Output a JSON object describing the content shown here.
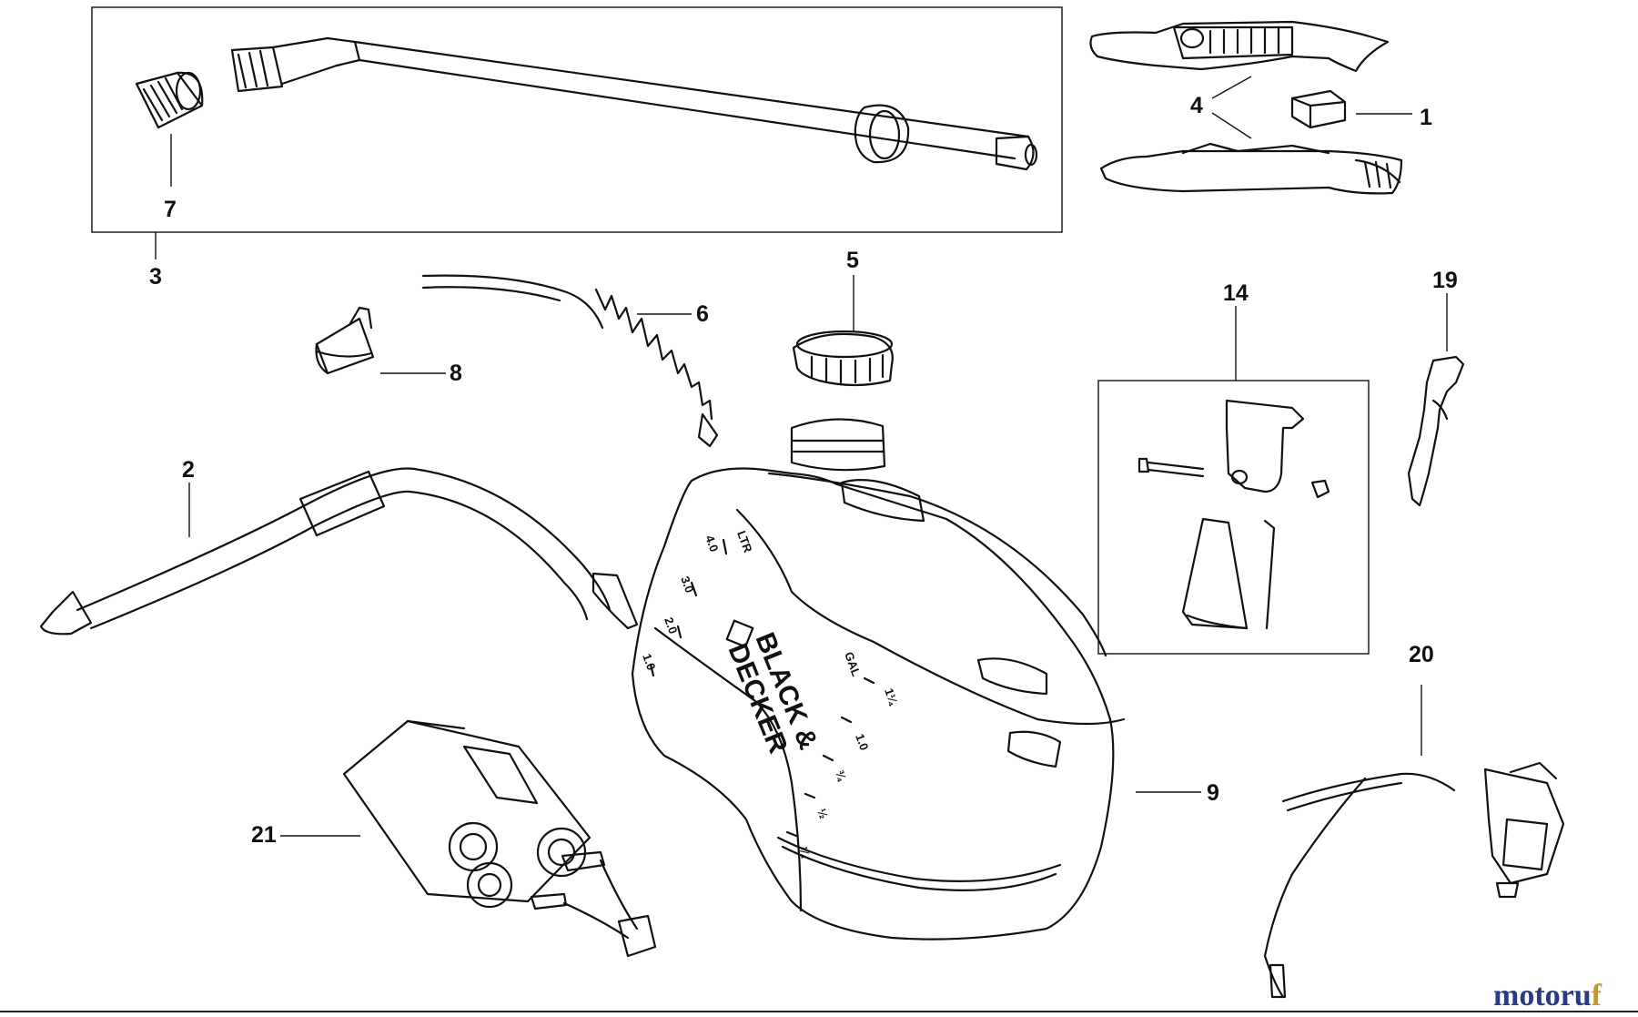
{
  "diagram": {
    "part_numbers": {
      "p1": "1",
      "p2": "2",
      "p3": "3",
      "p4": "4",
      "p5": "5",
      "p6": "6",
      "p7": "7",
      "p8": "8",
      "p9": "9",
      "p14": "14",
      "p19": "19",
      "p20": "20",
      "p21": "21"
    },
    "tank_markings": {
      "ltr": "LTR",
      "gal": "GAL",
      "l40": "4.0",
      "l30": "3.0",
      "l20": "2.0",
      "l10": "1.0",
      "g114": "1¼",
      "g10": "1.0",
      "g34": "¾",
      "g12": "½",
      "g14": "¼"
    },
    "brand": {
      "line1": "BLACK &",
      "line2": "DECKER"
    }
  },
  "watermark": {
    "part1": "motoru",
    "part2": "f"
  },
  "colors": {
    "line": "#111111",
    "watermark_primary": "#2a3a8a",
    "watermark_accent": "#c9961f"
  }
}
